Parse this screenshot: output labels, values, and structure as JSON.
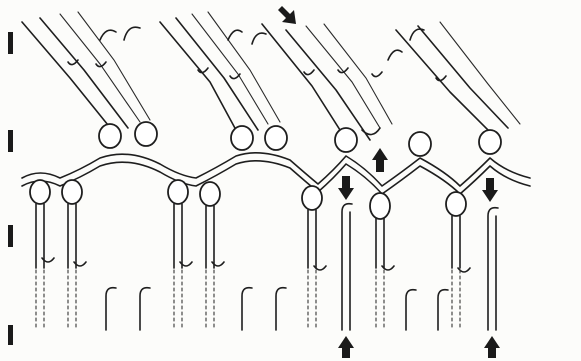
{
  "diagram": {
    "colors": {
      "background": "#fcfcfa",
      "line": "#1e1e1e",
      "arrow": "#1a1a1a",
      "edge_mark": "#1a1a1a"
    },
    "stitch_groups": [
      {
        "name": "group-1",
        "upper_needles": 2,
        "lower_needles": 2
      },
      {
        "name": "group-2",
        "upper_needles": 2,
        "lower_needles": 2
      },
      {
        "name": "group-3",
        "upper_needles": 2,
        "lower_needles": 2
      },
      {
        "name": "group-4",
        "upper_needles": 2,
        "lower_needles": 2
      }
    ],
    "arrows": [
      {
        "name": "arrow-top-diagonal",
        "direction": "down-right"
      },
      {
        "name": "arrow-mid-up",
        "direction": "up"
      },
      {
        "name": "arrow-mid-down-left",
        "direction": "down"
      },
      {
        "name": "arrow-mid-down-right",
        "direction": "down"
      },
      {
        "name": "arrow-bottom-up-left",
        "direction": "up"
      },
      {
        "name": "arrow-bottom-up-right",
        "direction": "up"
      }
    ]
  }
}
